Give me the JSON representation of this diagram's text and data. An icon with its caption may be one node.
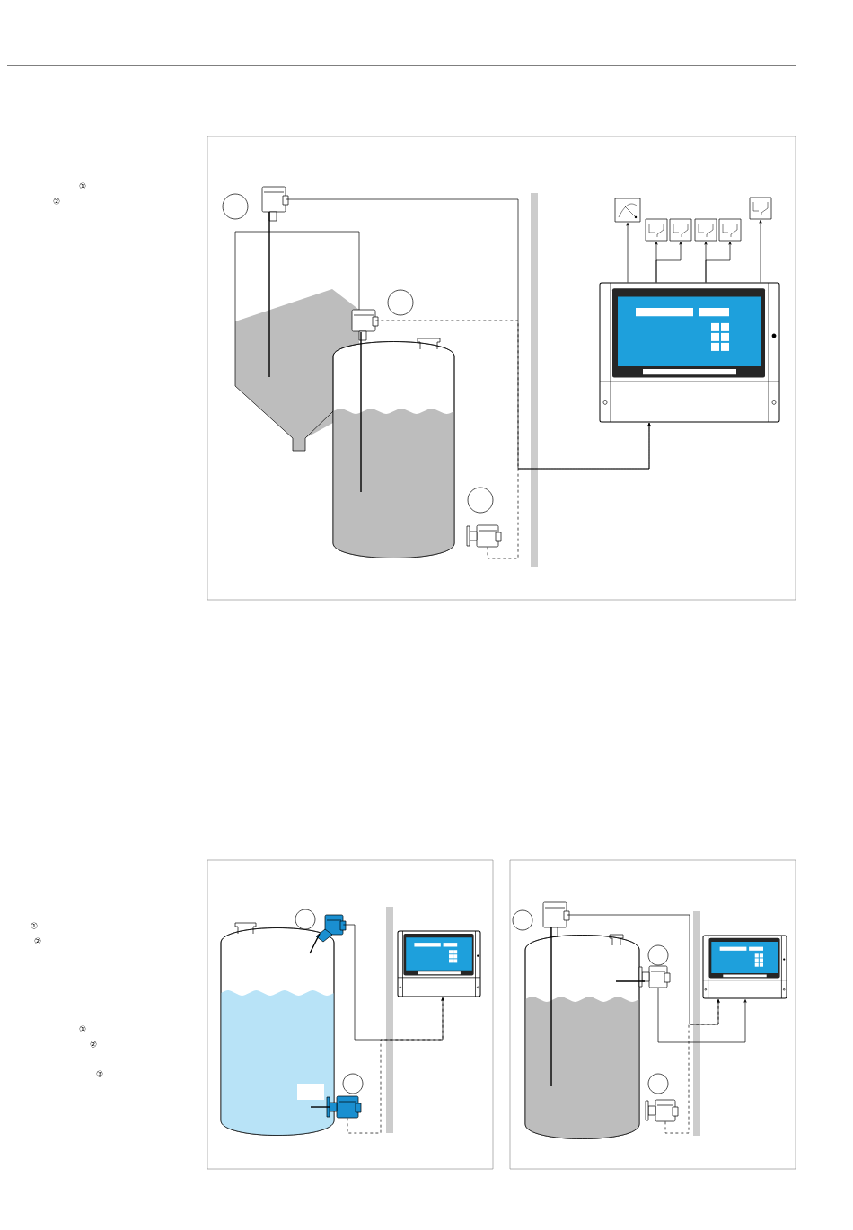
{
  "diagram": {
    "nodes": [
      {
        "text": [],
        "shape": "picture"
      },
      {
        "text": [],
        "shape": "picture"
      },
      {
        "text": [],
        "shape": "picture"
      },
      {
        "text": [],
        "shape": "picture"
      },
      {
        "text": [],
        "shape": "box"
      },
      {
        "text": [],
        "shape": "box"
      },
      {
        "text": [],
        "shape": "box"
      },
      {
        "text": [],
        "shape": "box"
      },
      {
        "text": [],
        "shape": "box"
      },
      {
        "text": [],
        "shape": "box"
      },
      {
        "text": [],
        "shape": "picture"
      },
      {
        "text": [],
        "shape": "picture"
      },
      {
        "text": [],
        "shape": "picture"
      },
      {
        "text": [],
        "shape": "picture"
      },
      {
        "text": [],
        "shape": "picture"
      },
      {
        "text": [],
        "shape": "picture"
      },
      {
        "text": [],
        "shape": "picture"
      }
    ],
    "edges": [
      {
        "from": 0,
        "to": 3,
        "arrow": "to"
      },
      {
        "from": 1,
        "to": 3,
        "arrow": "to",
        "style": "dashed"
      },
      {
        "from": 2,
        "to": 3,
        "arrow": "to",
        "style": "dashed"
      },
      {
        "from": 3,
        "to": 4,
        "arrow": "to"
      },
      {
        "from": 3,
        "to": 5,
        "arrow": "to"
      },
      {
        "from": 3,
        "to": 6,
        "arrow": "to"
      },
      {
        "from": 3,
        "to": 7,
        "arrow": "to"
      },
      {
        "from": 3,
        "to": 8,
        "arrow": "to"
      },
      {
        "from": 3,
        "to": 9,
        "arrow": "to"
      },
      {
        "from": 10,
        "to": 12,
        "arrow": "to"
      },
      {
        "from": 11,
        "to": 12,
        "arrow": "to",
        "style": "dashed"
      },
      {
        "from": 13,
        "to": 16,
        "arrow": "to"
      },
      {
        "from": 14,
        "to": 16,
        "arrow": "to"
      },
      {
        "from": 15,
        "to": 16,
        "arrow": "to",
        "style": "dashed"
      }
    ],
    "labels": [
      "①",
      "②",
      "①",
      "②",
      "①",
      "②",
      "③"
    ]
  }
}
